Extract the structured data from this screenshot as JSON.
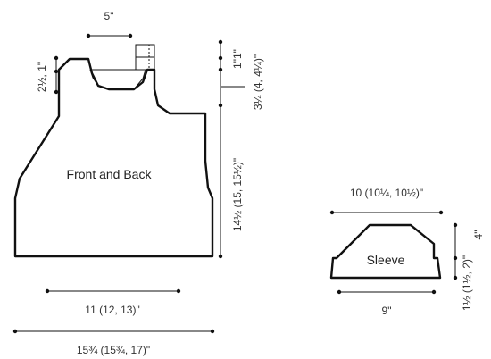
{
  "pieces": {
    "front_back": "Front and Back",
    "sleeve": "Sleeve"
  },
  "dims": {
    "neck_width": "5\"",
    "strap_drop": "2½, 1\"",
    "shoulder_height": "1\"1\"",
    "armhole_depth": "3¼ (4, 4¼)\"",
    "body_length": "14½ (15, 15½)\"",
    "waist_width": "11 (12, 13)\"",
    "hem_width": "15¾ (15¾, 17)\"",
    "sleeve_top_width": "10 (10¼, 10½)\"",
    "sleeve_cap_height": "4\"",
    "sleeve_side_height": "1½ (1½, 2)\"",
    "sleeve_bottom_width": "9\""
  },
  "colors": {
    "line": "#111111",
    "text": "#333333",
    "background": "#ffffff"
  }
}
